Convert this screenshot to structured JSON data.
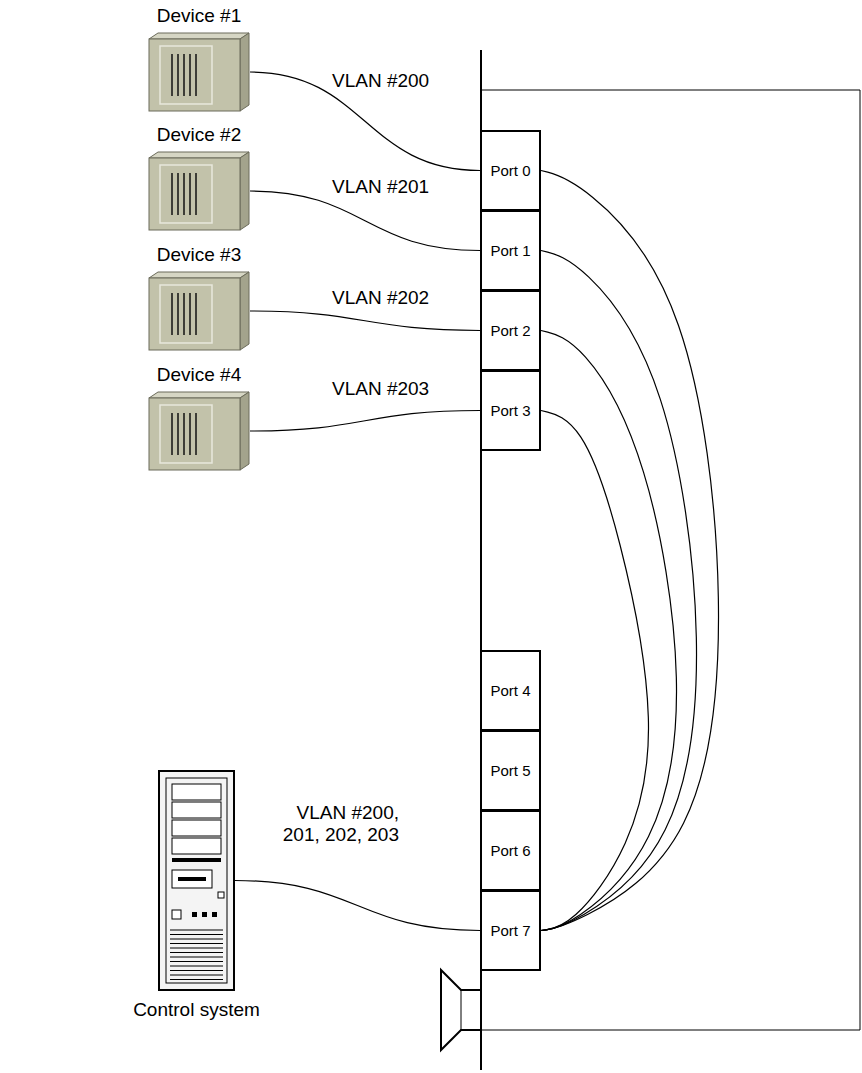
{
  "diagram": {
    "nodes": [
      {
        "text": [
          "Device #1"
        ]
      },
      {
        "text": [
          "Device #2"
        ]
      },
      {
        "text": [
          "Device #3"
        ]
      },
      {
        "text": [
          "Device #4"
        ]
      },
      {
        "text": [
          "Port 0"
        ]
      },
      {
        "text": [
          "Port 1"
        ]
      },
      {
        "text": [
          "Port 2"
        ]
      },
      {
        "text": [
          "Port 3"
        ]
      },
      {
        "text": [
          "Port 4"
        ]
      },
      {
        "text": [
          "Port 5"
        ]
      },
      {
        "text": [
          "Port 6"
        ]
      },
      {
        "text": [
          "Port 7"
        ]
      },
      {
        "text": [
          "Control system"
        ]
      }
    ],
    "edges": [
      {
        "from": 0,
        "to": 4,
        "label": "VLAN #200",
        "arrow": "none"
      },
      {
        "from": 1,
        "to": 5,
        "label": "VLAN #201",
        "arrow": "none"
      },
      {
        "from": 2,
        "to": 6,
        "label": "VLAN #202",
        "arrow": "none"
      },
      {
        "from": 3,
        "to": 7,
        "label": "VLAN #203",
        "arrow": "none"
      },
      {
        "from": 4,
        "to": 11,
        "arrow": "none"
      },
      {
        "from": 5,
        "to": 11,
        "arrow": "none"
      },
      {
        "from": 6,
        "to": 11,
        "arrow": "none"
      },
      {
        "from": 7,
        "to": 11,
        "arrow": "none"
      },
      {
        "from": 12,
        "to": 11,
        "label": "VLAN #200, 201, 202, 203",
        "arrow": "none"
      }
    ]
  }
}
